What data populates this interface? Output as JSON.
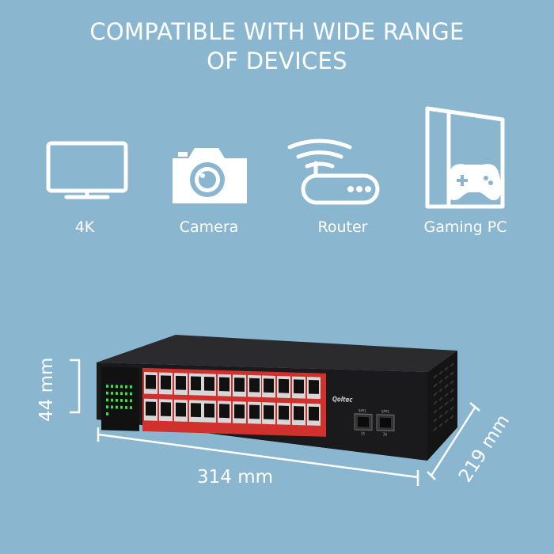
{
  "title": {
    "line1": "COMPATIBLE WITH WIDE RANGE",
    "line2": "OF DEVICES"
  },
  "devices": [
    {
      "label": "4K",
      "icon": "monitor-icon"
    },
    {
      "label": "Camera",
      "icon": "camera-icon"
    },
    {
      "label": "Router",
      "icon": "router-icon"
    },
    {
      "label": "Gaming PC",
      "icon": "gaming-pc-icon"
    }
  ],
  "dimensions": {
    "height": "44 mm",
    "width": "314 mm",
    "depth": "219 mm"
  },
  "product": {
    "brand_logo": "Qoltec",
    "sfp_labels": [
      "SFP1",
      "SFP2"
    ],
    "sfp_numbers": [
      "25",
      "26"
    ]
  },
  "colors": {
    "background": "#8ab7cf",
    "switch_body": "#1c1c1e",
    "port_panel": "#d0312d",
    "led": "#3ddc4a"
  }
}
